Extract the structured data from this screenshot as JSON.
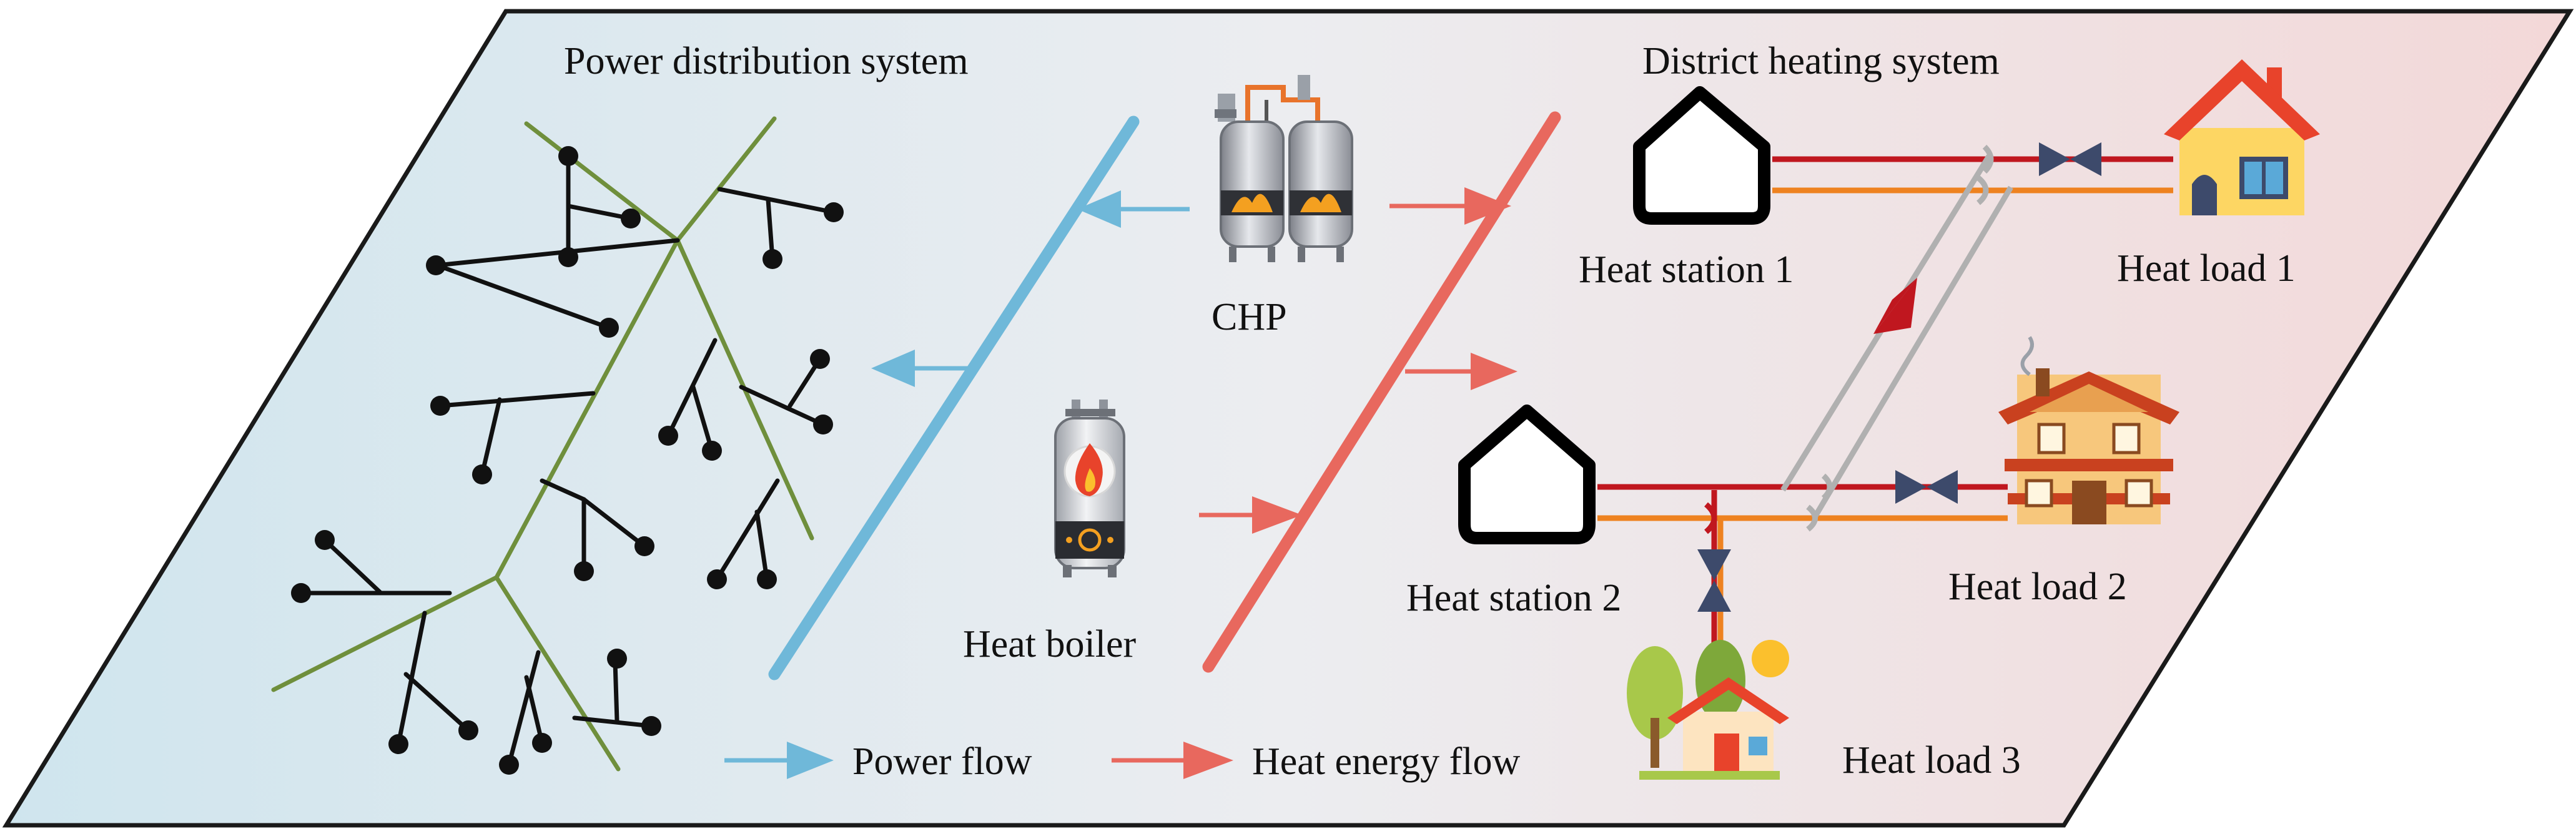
{
  "sections": {
    "power_title": "Power distribution system",
    "heating_title": "District heating system"
  },
  "sources": {
    "chp": "CHP",
    "boiler": "Heat boiler"
  },
  "stations": {
    "station1": "Heat station 1",
    "station2": "Heat station 2"
  },
  "loads": {
    "load1": "Heat load 1",
    "load2": "Heat load 2",
    "load3": "Heat load 3"
  },
  "legend": {
    "power_flow": "Power flow",
    "heat_flow": "Heat energy flow"
  },
  "colors": {
    "power_line": "#6fb8d9",
    "heat_line": "#e8685e",
    "tree_trunk": "#6f8f3c",
    "supply_pipe": "#c0171f",
    "return_pipe": "#ee8220",
    "bypass_pipe": "#b0b0b0",
    "valve": "#3d4a6b",
    "valve_red": "#c0171f",
    "panel_left": "#d3e6ef",
    "panel_right": "#f2dcdc"
  },
  "icons": {
    "chp": "chp-plant-icon",
    "boiler": "heat-boiler-icon",
    "station": "heat-station-icon",
    "load1": "house-icon",
    "load2": "chalet-icon",
    "load3": "cottage-icon",
    "valve": "valve-icon"
  }
}
